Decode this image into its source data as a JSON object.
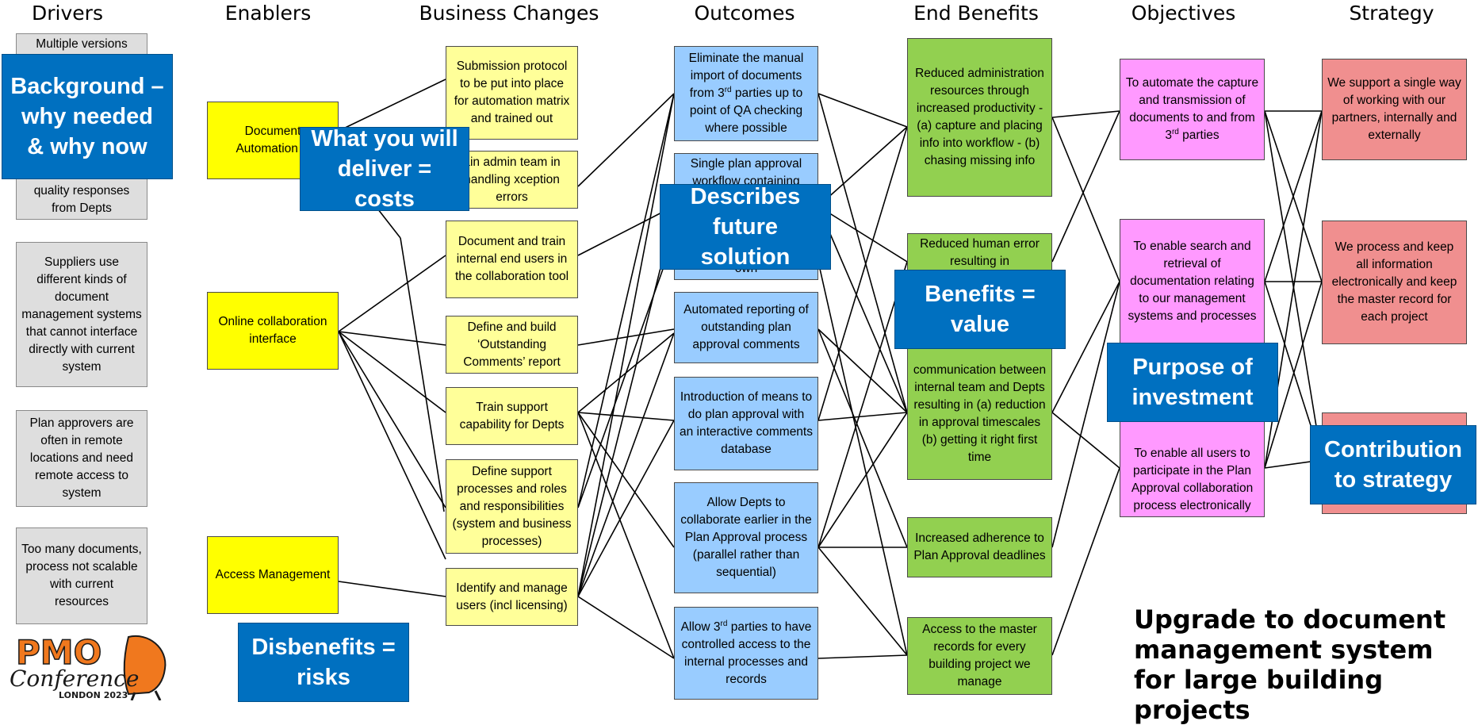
{
  "headers": {
    "drivers": "Drivers",
    "enablers": "Enablers",
    "business_changes": "Business Changes",
    "outcomes": "Outcomes",
    "end_benefits": "End Benefits",
    "objectives": "Objectives",
    "strategy": "Strategy"
  },
  "drivers": [
    "Multiple versions",
    "quality responses from Depts",
    "Suppliers use different kinds of document management systems that cannot interface directly with current system",
    "Plan approvers are often in remote locations and need remote access to system",
    "Too many documents, process not scalable with current resources"
  ],
  "enablers": [
    "Document Automation E",
    "Online collaboration interface",
    "Access Management"
  ],
  "business_changes": [
    "Submission protocol to be put into place for automation matrix and trained out",
    "ain admin team in handling xception errors",
    "Document and train internal end users in the collaboration tool",
    "Define and build ‘Outstanding Comments’ report",
    "Train support capability for Depts",
    "Define support processes and roles and responsibilities (system and business processes)",
    "Identify and manage users (incl licensing)"
  ],
  "outcomes": [
    {
      "pre": "Eliminate the manual import of documents from 3",
      "sup": "rd",
      "post": " parties up to point of QA checking where possible"
    },
    {
      "pre": "Single plan approval workflow containing",
      "sup": "",
      "post": ""
    },
    {
      "pre": "",
      "sup": "",
      "post": "own"
    },
    {
      "pre": "Automated reporting of outstanding plan approval comments",
      "sup": "",
      "post": ""
    },
    {
      "pre": "Introduction of means to do plan approval with an interactive comments database",
      "sup": "",
      "post": ""
    },
    {
      "pre": "Allow Depts to collaborate earlier in the Plan Approval process (parallel rather than sequential)",
      "sup": "",
      "post": ""
    },
    {
      "pre": "Allow 3",
      "sup": "rd",
      "post": " parties to have controlled access to the internal processes and records"
    }
  ],
  "end_benefits": [
    "Reduced administration resources through increased productivity - (a) capture and placing info into workflow - (b) chasing missing info",
    "Reduced human error resulting in",
    "communication between internal team and Depts resulting in (a) reduction in approval timescales (b) getting it right first time",
    "Increased adherence to Plan Approval deadlines",
    "Access to the master records for every building project we manage"
  ],
  "objectives": [
    {
      "pre": "To automate the capture and transmission of documents to and from 3",
      "sup": "rd",
      "post": " parties"
    },
    {
      "pre": "To enable search and retrieval of documentation relating to our management systems and processes",
      "sup": "",
      "post": ""
    },
    {
      "pre": "To enable all users to participate in the Plan Approval collaboration process electronically",
      "sup": "",
      "post": ""
    }
  ],
  "strategy": [
    "We support a single way of working with our partners, internally and externally",
    "We process and keep all information electronically and keep the master record for each project",
    ""
  ],
  "callouts": {
    "background": "Background – why needed & why now",
    "deliver": "What you will deliver = costs",
    "future": "Describes future solution",
    "benefits": "Benefits = value",
    "purpose": "Purpose of investment",
    "contribution": "Contribution to strategy",
    "disbenefits": "Disbenefits = risks"
  },
  "title": "Upgrade to document management system for large building projects",
  "logo": {
    "name": "PMO Conference London 2023",
    "text_pmo": "PMO",
    "text_conference": "Conference",
    "text_city": "LONDON 2023",
    "colors": {
      "orange": "#f0781e",
      "dark": "#1a1a1a"
    }
  },
  "colors": {
    "driver": "#dedede",
    "enabler": "#ffff00",
    "business_change": "#ffff99",
    "outcome": "#99ccff",
    "benefit": "#92d050",
    "objective": "#ff99ff",
    "strategy": "#f08f8f",
    "callout": "#0070c0"
  }
}
